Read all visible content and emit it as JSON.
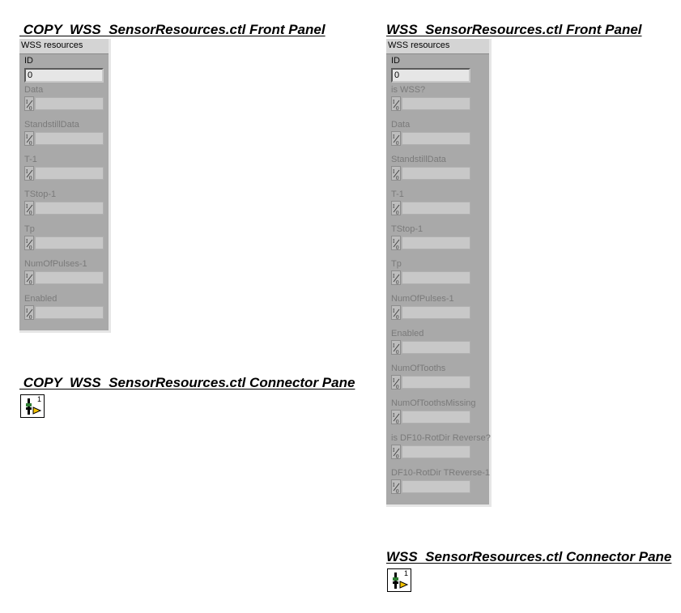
{
  "left": {
    "front_panel_title": " COPY  WSS  SensorResources.ctl Front Panel",
    "connector_pane_title": " COPY  WSS  SensorResources.ctl Connector Pane",
    "cluster": {
      "title": "WSS resources",
      "id_label": "ID",
      "id_value": "0",
      "fields": [
        "Data",
        "StandstillData",
        "T-1",
        "TStop-1",
        "Tp",
        "NumOfPulses-1",
        "Enabled"
      ]
    },
    "connector_number": "1"
  },
  "right": {
    "front_panel_title": "WSS  SensorResources.ctl Front Panel",
    "connector_pane_title": "WSS  SensorResources.ctl Connector Pane",
    "cluster": {
      "title": "WSS resources",
      "id_label": "ID",
      "id_value": "0",
      "fields": [
        "is WSS?",
        "Data",
        "StandstillData",
        "T-1",
        "TStop-1",
        "Tp",
        "NumOfPulses-1",
        "Enabled",
        "NumOfTooths",
        "NumOfToothsMissing",
        "is DF10-RotDir Reverse?",
        "DF10-RotDir TReverse-1"
      ]
    },
    "connector_number": "1"
  },
  "radix_glyph": "I/0",
  "connector_icon": "cluster-connector-icon"
}
